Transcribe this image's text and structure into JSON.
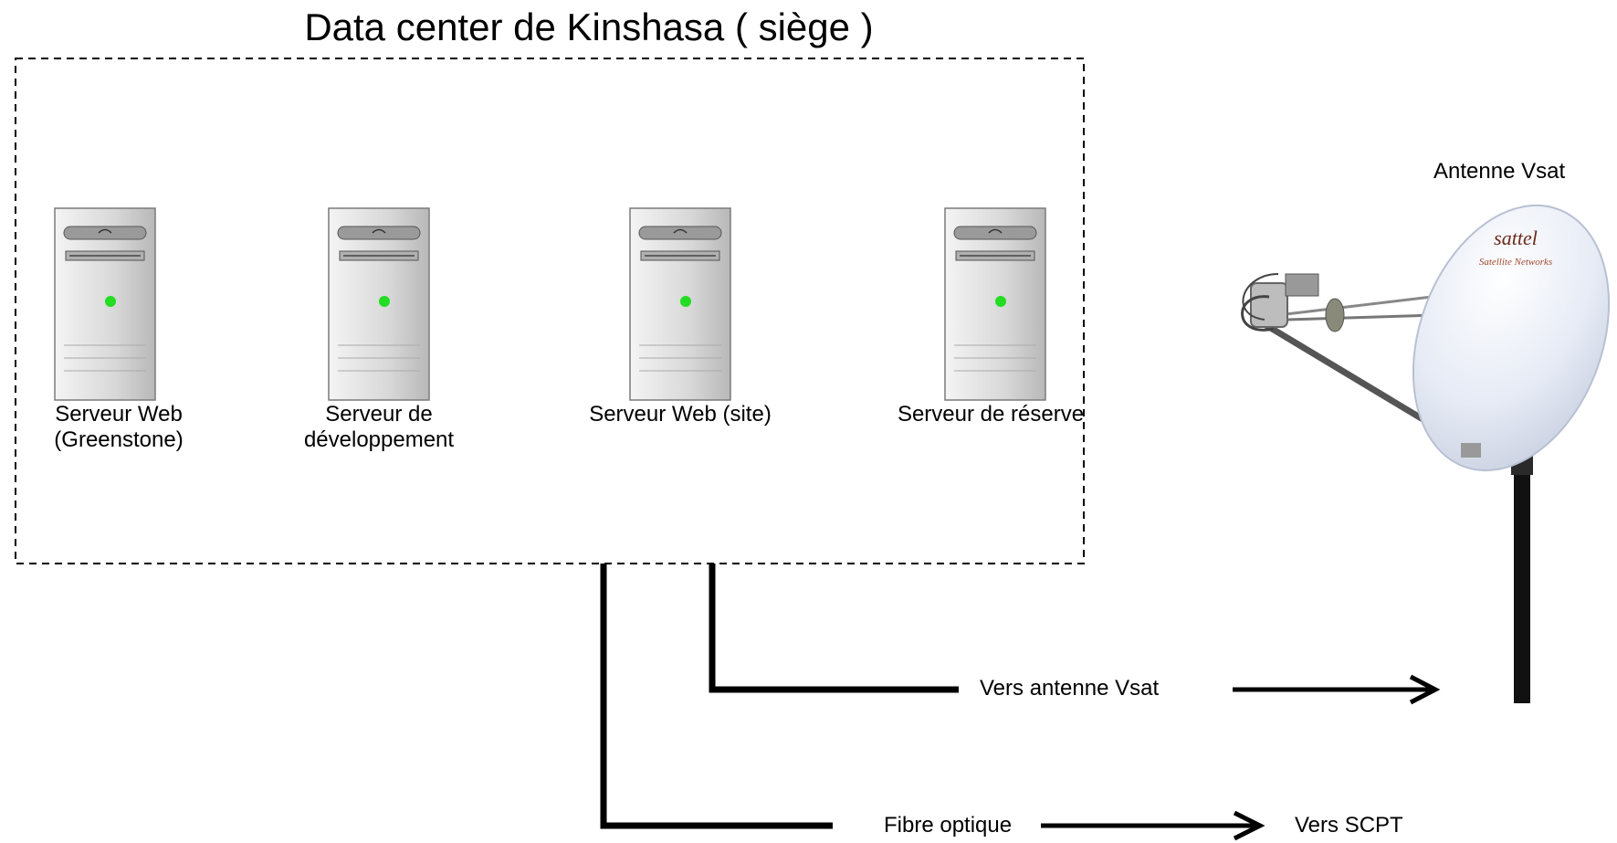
{
  "title": "Data center de Kinshasa ( siège )",
  "servers": [
    {
      "label_line1": "Serveur Web",
      "label_line2": "(Greenstone)"
    },
    {
      "label_line1": "Serveur de",
      "label_line2": "développement"
    },
    {
      "label_line1": "Serveur Web (site)",
      "label_line2": ""
    },
    {
      "label_line1": "Serveur de réserve",
      "label_line2": ""
    }
  ],
  "antenna": {
    "label": "Antenne Vsat",
    "brand": "sattel",
    "brand_sub": "Satellite Networks"
  },
  "links": {
    "vsat_label": "Vers antenne Vsat",
    "fiber_label": "Fibre optique",
    "scpt_label": "Vers SCPT"
  },
  "colors": {
    "led": "#22dd22",
    "server_body": "#d0d0d0",
    "dish": "#e4e9f4",
    "line": "#000000"
  }
}
